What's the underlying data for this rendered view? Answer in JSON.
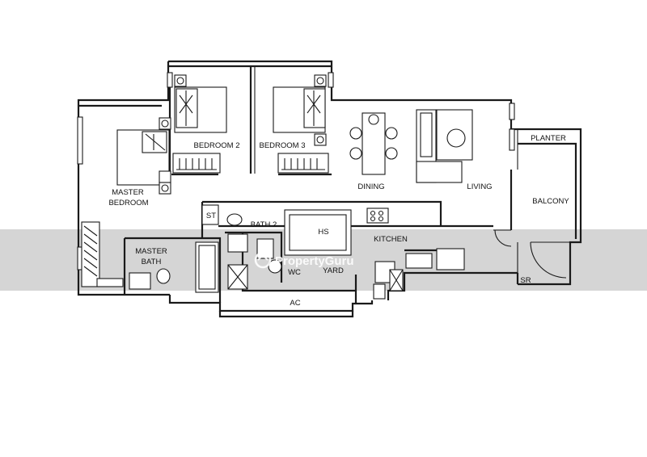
{
  "rooms": {
    "bedroom2": "BEDROOM 2",
    "bedroom3": "BEDROOM 3",
    "dining": "DINING",
    "living": "LIVING",
    "planter": "PLANTER",
    "balcony": "BALCONY",
    "master_bedroom_line1": "MASTER",
    "master_bedroom_line2": "BEDROOM",
    "st": "ST",
    "bath2": "BATH 2",
    "hs": "HS",
    "kitchen": "KITCHEN",
    "master_bath_line1": "MASTER",
    "master_bath_line2": "BATH",
    "wc": "WC",
    "yard": "YARD",
    "sr": "SR",
    "ac": "AC"
  },
  "watermark": {
    "brand": "PropertyGuru"
  }
}
